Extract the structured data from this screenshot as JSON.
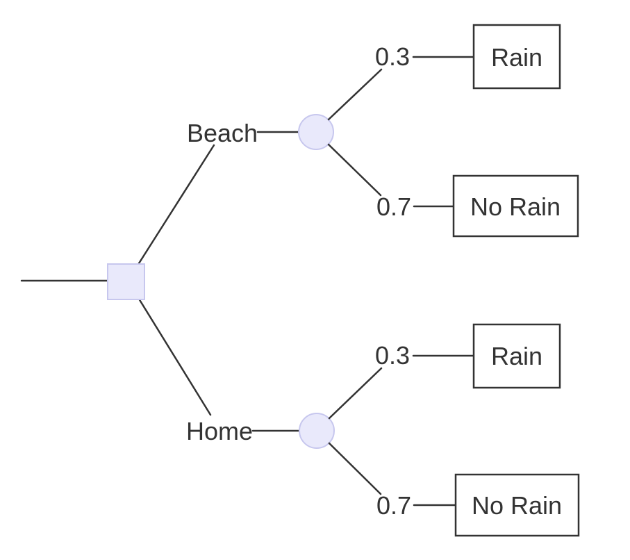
{
  "diagram": {
    "root": {
      "type": "decision-square"
    },
    "branches": [
      {
        "label": "Beach",
        "node_type": "chance-circle",
        "outcomes": [
          {
            "probability": "0.3",
            "label": "Rain"
          },
          {
            "probability": "0.7",
            "label": "No Rain"
          }
        ]
      },
      {
        "label": "Home",
        "node_type": "chance-circle",
        "outcomes": [
          {
            "probability": "0.3",
            "label": "Rain"
          },
          {
            "probability": "0.7",
            "label": "No Rain"
          }
        ]
      }
    ]
  },
  "colors": {
    "background": "#ffffff",
    "node_fill": "#e9e9fb",
    "node_stroke": "#c7c7ee",
    "line": "#333333",
    "text": "#333333",
    "box_fill": "#ffffff",
    "box_stroke": "#333333"
  }
}
